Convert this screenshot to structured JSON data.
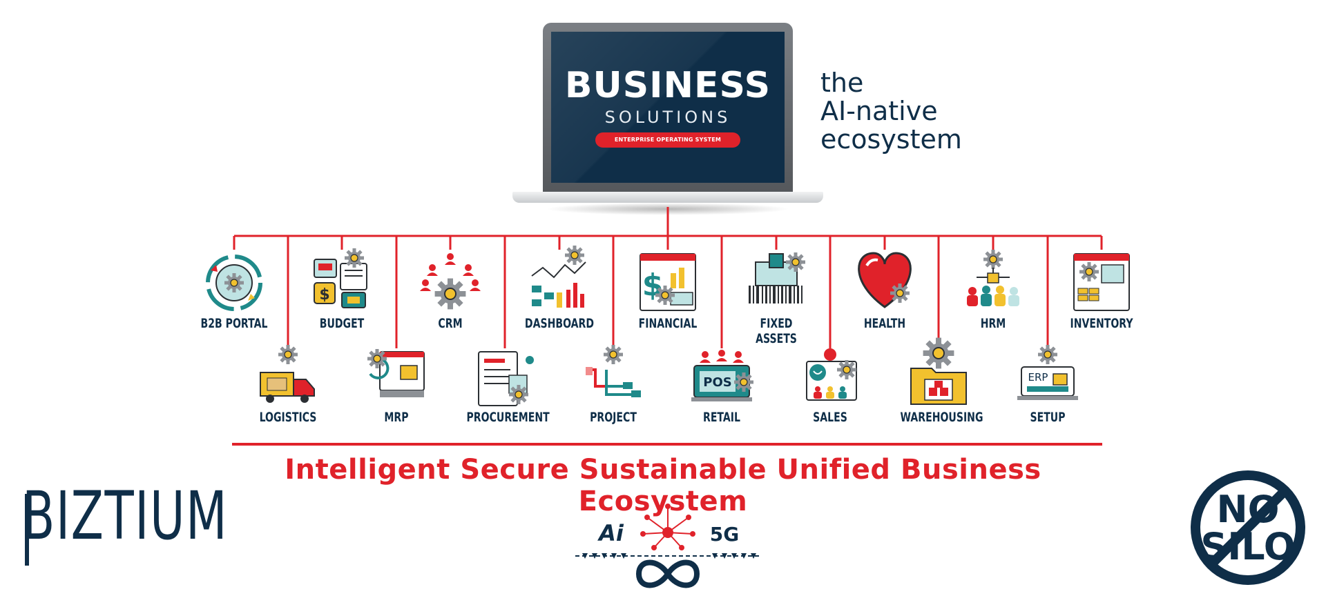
{
  "screen": {
    "title": "BUSINESS",
    "subtitle": "SOLUTIONS",
    "pill": "ENTERPRISE OPERATING SYSTEM"
  },
  "tagline": {
    "line1": "the",
    "line2": "AI-native",
    "line3": "ecosystem"
  },
  "modules": {
    "top": [
      "B2B PORTAL",
      "BUDGET",
      "CRM",
      "DASHBOARD",
      "FINANCIAL",
      "FIXED ASSETS",
      "HEALTH",
      "HRM",
      "INVENTORY"
    ],
    "bottom": [
      "LOGISTICS",
      "MRP",
      "PROCUREMENT",
      "PROJECT",
      "RETAIL",
      "SALES",
      "WAREHOUSING",
      "SETUP"
    ]
  },
  "banner": "Intelligent Secure Sustainable Unified Business Ecosystem",
  "brand": {
    "name": "BIZTIUM"
  },
  "tech_logo": {
    "ai": "Ai",
    "g5": "5G"
  },
  "no_silo": {
    "line1": "NO",
    "line2": "SILO"
  },
  "icons": [
    "gear-icon",
    "heart-icon",
    "barcode-icon",
    "truck-icon",
    "infinity-icon",
    "no-sign-icon"
  ],
  "colors": {
    "accent_red": "#e0222a",
    "navy": "#0f2e48",
    "screen_bg": "#0f2e48",
    "teal": "#1f8a8a",
    "yellow": "#f2c12e"
  }
}
